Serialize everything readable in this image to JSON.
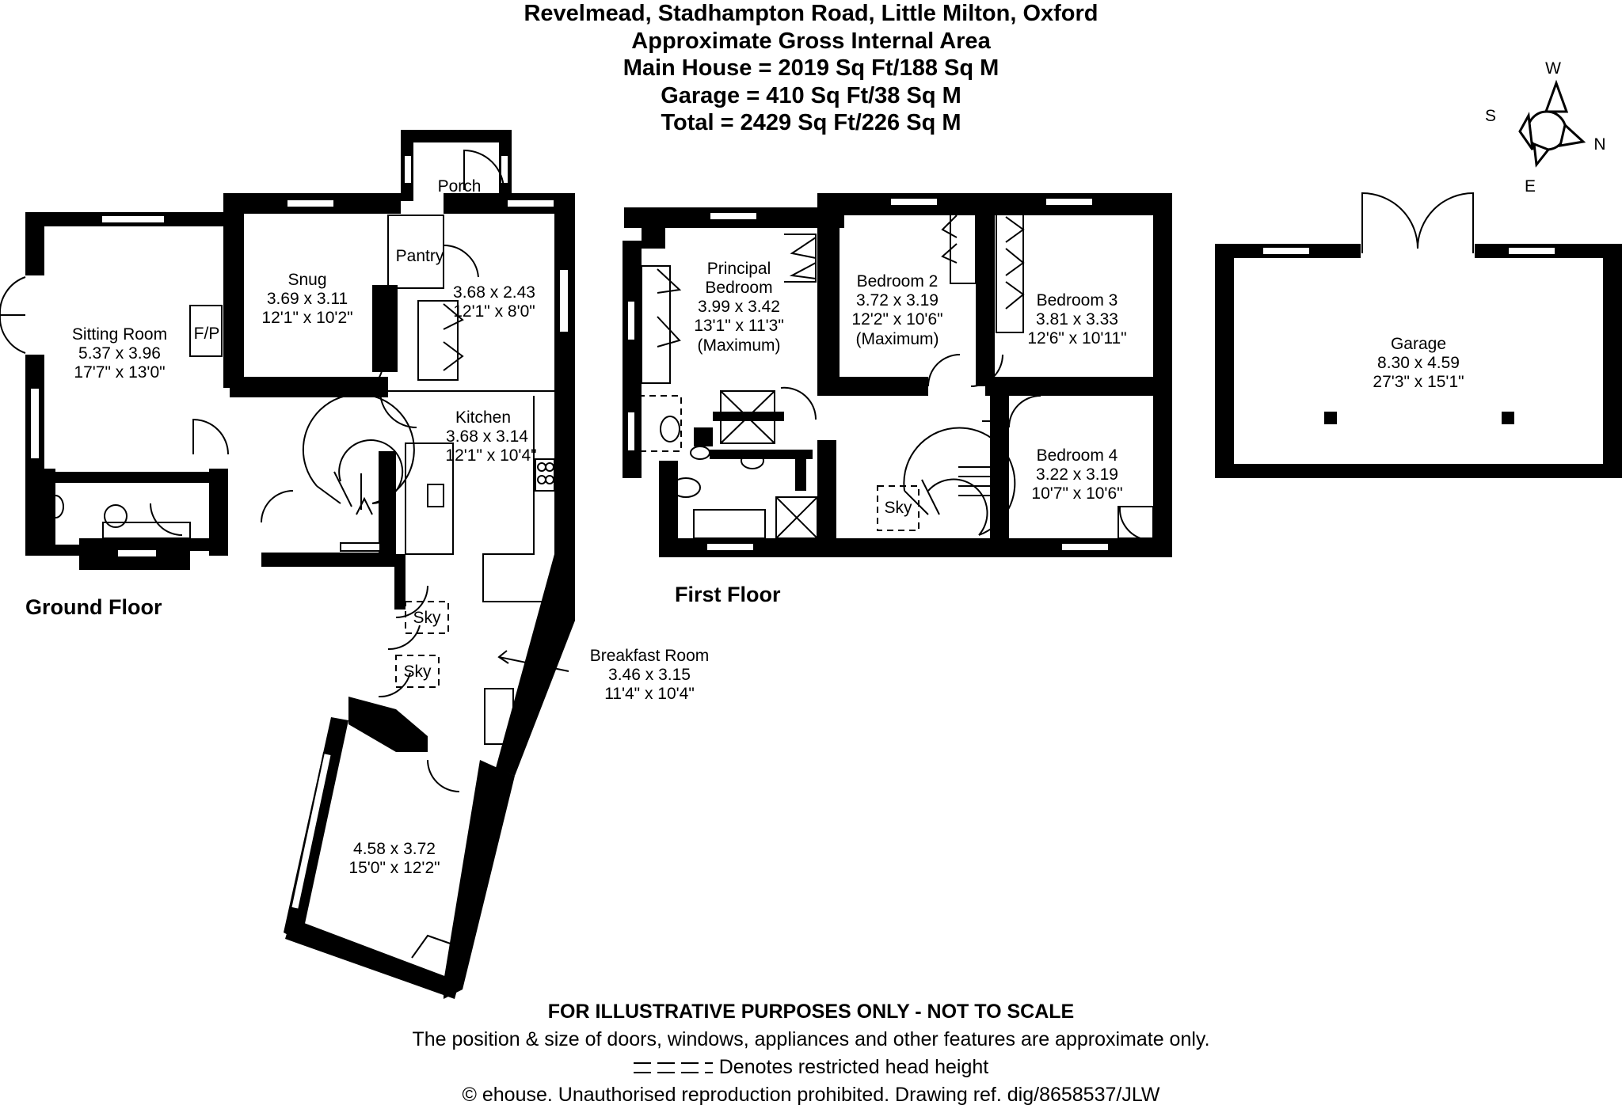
{
  "header": {
    "address": "Revelmead, Stadhampton Road, Little Milton, Oxford",
    "subtitle": "Approximate Gross Internal Area",
    "main_house": "Main House = 2019 Sq Ft/188 Sq M",
    "garage": "Garage = 410 Sq Ft/38 Sq M",
    "total": "Total = 2429 Sq Ft/226 Sq M"
  },
  "compass": {
    "w": "W",
    "s": "S",
    "n": "N",
    "e": "E"
  },
  "floors": {
    "ground": "Ground Floor",
    "first": "First Floor"
  },
  "rooms": {
    "sitting": {
      "name": "Sitting Room",
      "metric": "5.37 x 3.96",
      "imperial": "17'7\" x 13'0\""
    },
    "fp": "F/P",
    "snug": {
      "name": "Snug",
      "metric": "3.69 x 3.11",
      "imperial": "12'1\" x 10'2\""
    },
    "porch": "Porch",
    "pantry": "Pantry",
    "utility": {
      "metric": "3.68 x 2.43",
      "imperial": "12'1\" x 8'0\""
    },
    "kitchen": {
      "name": "Kitchen",
      "metric": "3.68 x 3.14",
      "imperial": "12'1\" x 10'4\""
    },
    "breakfast": {
      "name": "Breakfast Room",
      "metric": "3.46 x 3.15",
      "imperial": "11'4\" x 10'4\""
    },
    "garden_room": {
      "metric": "4.58 x 3.72",
      "imperial": "15'0\" x 12'2\""
    },
    "sky": "Sky",
    "principal": {
      "name1": "Principal",
      "name2": "Bedroom",
      "metric": "3.99 x 3.42",
      "imperial": "13'1\" x 11'3\"",
      "note": "(Maximum)"
    },
    "bed2": {
      "name": "Bedroom 2",
      "metric": "3.72 x 3.19",
      "imperial": "12'2\" x 10'6\"",
      "note": "(Maximum)"
    },
    "bed3": {
      "name": "Bedroom 3",
      "metric": "3.81 x 3.33",
      "imperial": "12'6\" x 10'11\""
    },
    "bed4": {
      "name": "Bedroom 4",
      "metric": "3.22 x 3.19",
      "imperial": "10'7\" x 10'6\""
    },
    "garage": {
      "name": "Garage",
      "metric": "8.30 x 4.59",
      "imperial": "27'3\" x 15'1\""
    }
  },
  "footer": {
    "disclaimer_title": "FOR ILLUSTRATIVE PURPOSES ONLY - NOT TO SCALE",
    "disclaimer": "The position & size of doors, windows, appliances and other features are approximate only.",
    "key": "Denotes restricted head height",
    "copyright": "© ehouse. Unauthorised reproduction prohibited. Drawing ref. dig/8658537/JLW"
  }
}
